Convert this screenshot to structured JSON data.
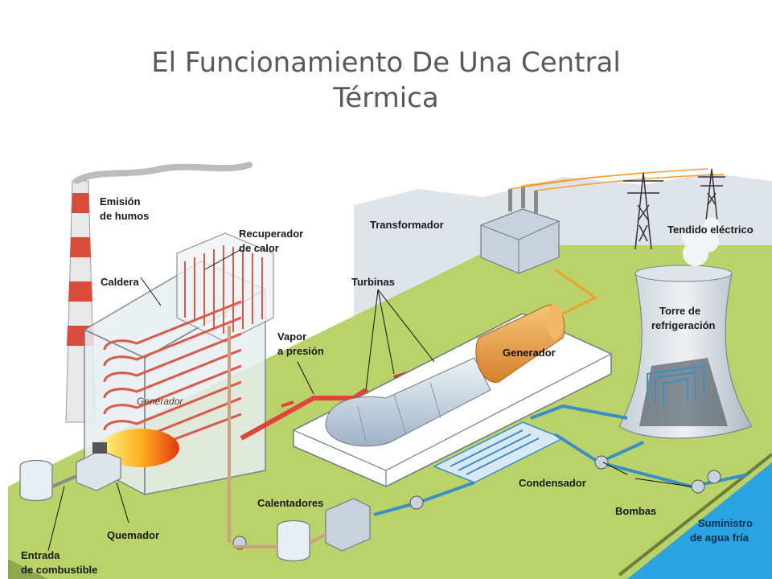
{
  "title": {
    "line1": "El Funcionamiento De Una Central",
    "line2": "Térmica"
  },
  "labels": {
    "emission_1": "Emisión",
    "emission_2": "de humos",
    "recuperador_1": "Recuperador",
    "recuperador_2": "de calor",
    "caldera": "Caldera",
    "transformador": "Transformador",
    "tendido": "Tendido eléctrico",
    "turbinas": "Turbinas",
    "vapor_1": "Vapor",
    "vapor_2": "a presión",
    "generador_main": "Generador",
    "generador_boiler": "Generador",
    "torre_1": "Torre de",
    "torre_2": "refrigeración",
    "condensador": "Condensador",
    "calentadores": "Calentadores",
    "bombas": "Bombas",
    "quemador": "Quemador",
    "entrada_1": "Entrada",
    "entrada_2": "de combustible",
    "suministro_1": "Suministro",
    "suministro_2": "de agua fría"
  },
  "colors": {
    "ground": "#b9d36a",
    "hills": "#d9dfe6",
    "steam_pipe": "#e0453a",
    "water_pipe": "#3a8fc4",
    "generator": "#e39a3c",
    "water": "#2aa3e0",
    "title": "#595959"
  }
}
